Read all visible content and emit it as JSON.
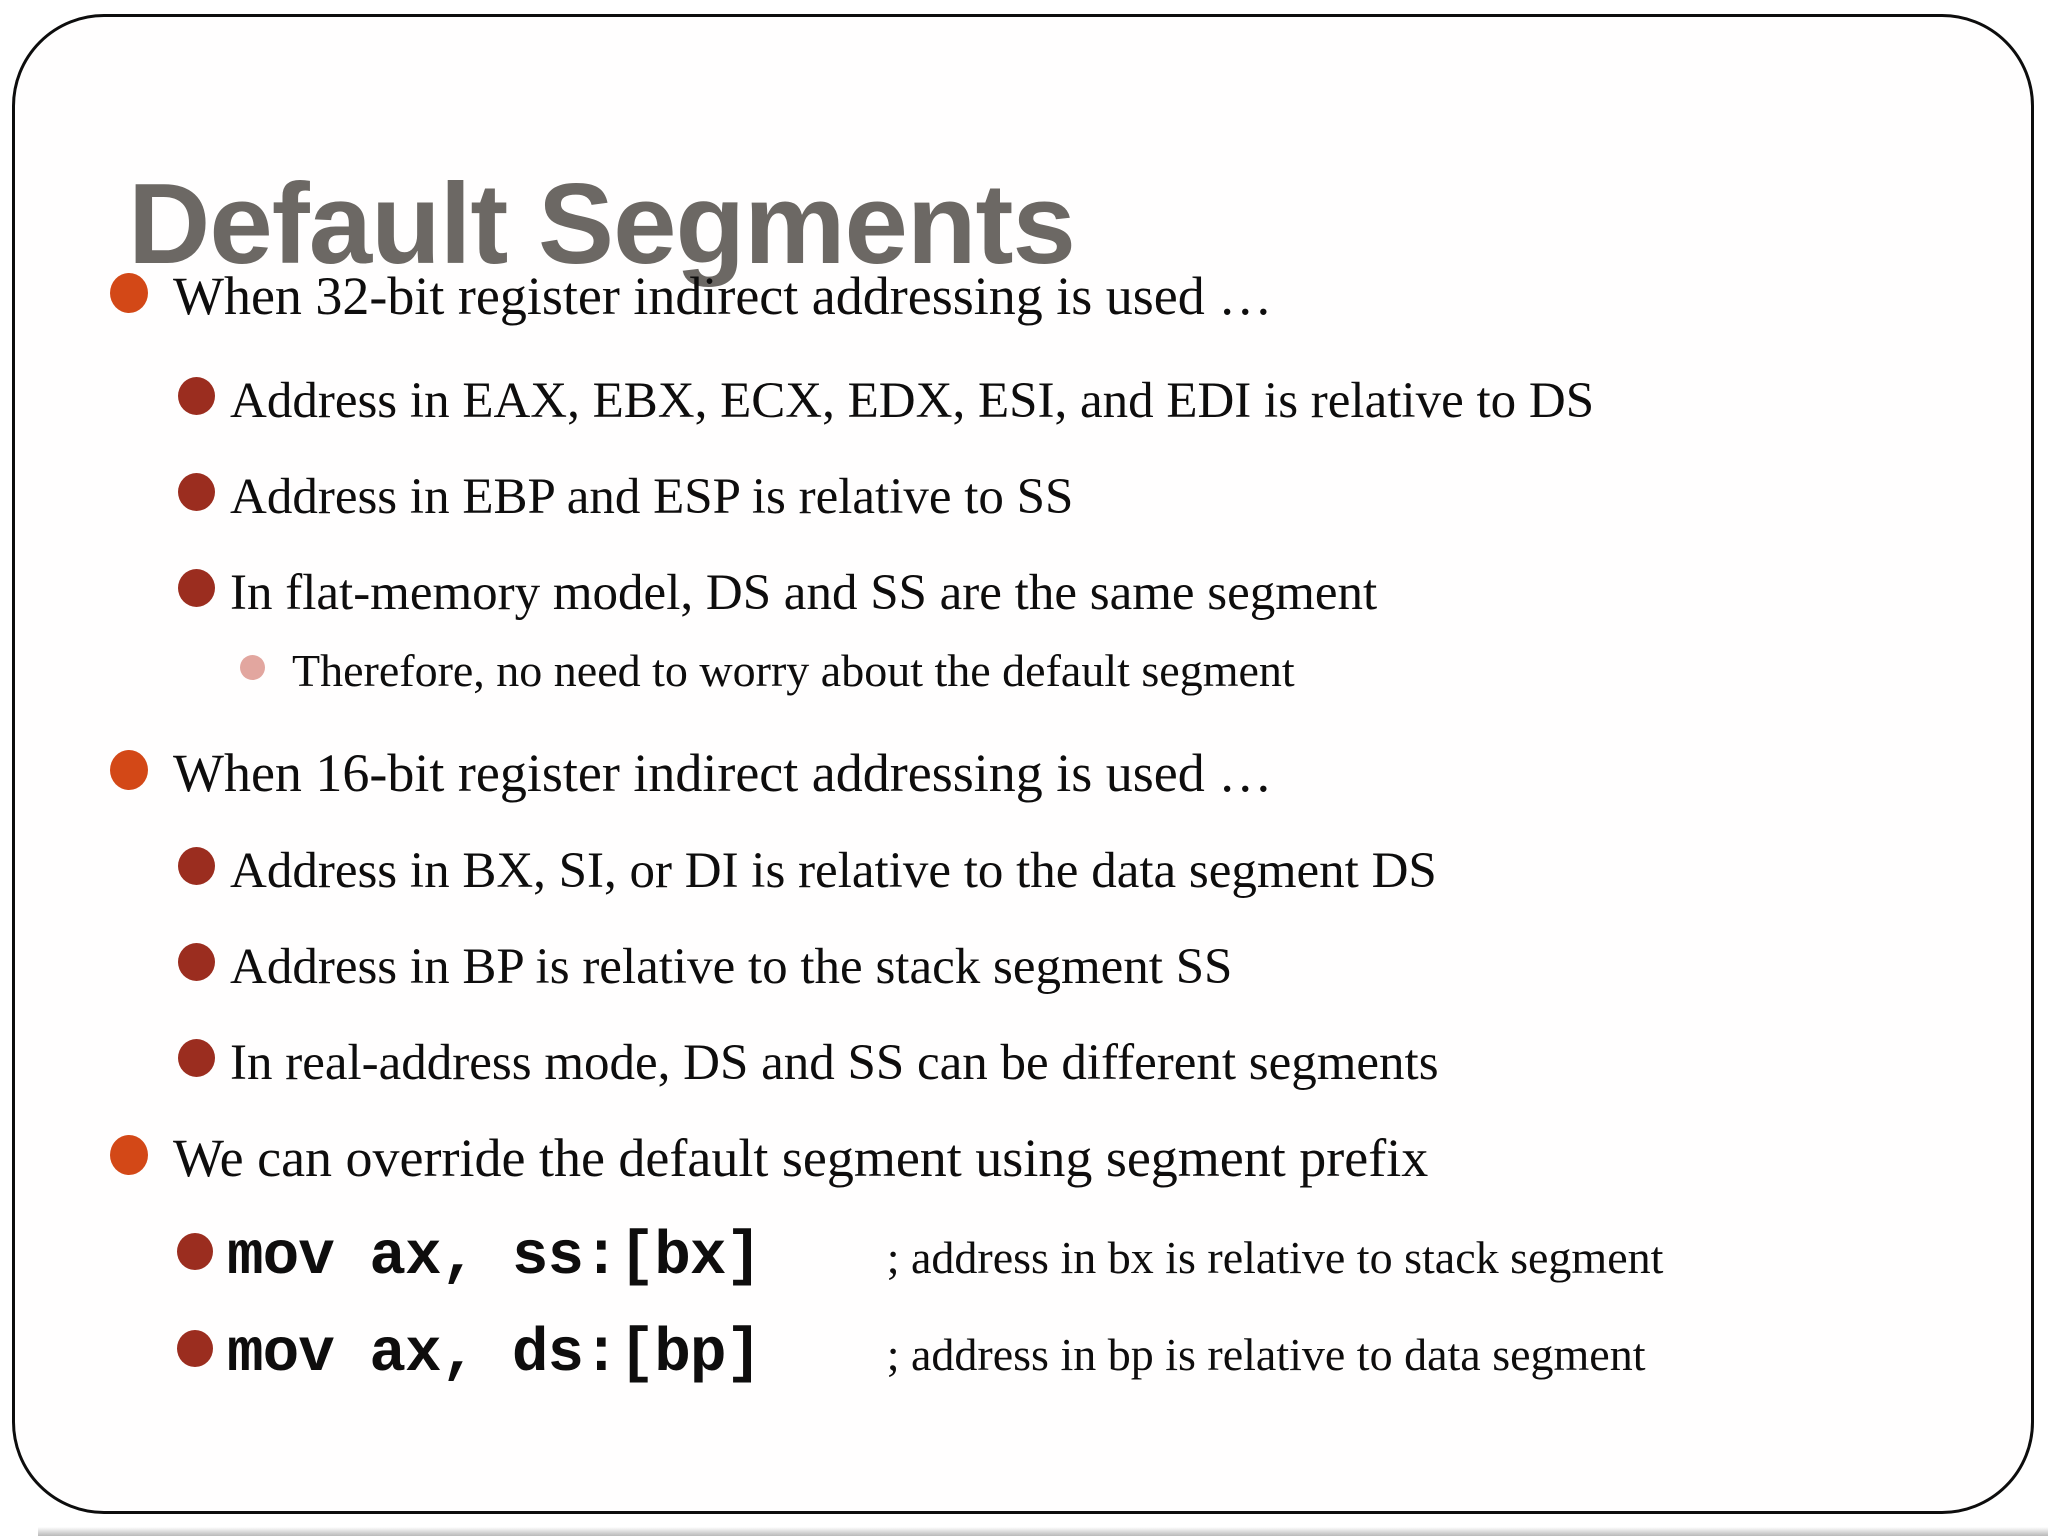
{
  "slide": {
    "title": "Default Segments",
    "bullets": [
      {
        "level": 1,
        "text": "When 32-bit register indirect addressing is used …"
      },
      {
        "level": 2,
        "text": "Address in EAX, EBX, ECX, EDX, ESI, and EDI is relative to DS"
      },
      {
        "level": 2,
        "text": "Address in EBP and ESP is relative to SS"
      },
      {
        "level": 2,
        "text": "In flat-memory model, DS and SS are the same segment"
      },
      {
        "level": 3,
        "text": "Therefore, no need to worry about the default segment"
      },
      {
        "level": 1,
        "text": "When 16-bit register indirect addressing is used …"
      },
      {
        "level": 2,
        "text": "Address in BX, SI, or DI is relative to the data segment DS"
      },
      {
        "level": 2,
        "text": "Address in BP is relative to the stack segment SS"
      },
      {
        "level": 2,
        "text": "In real-address mode, DS and SS can be different segments"
      },
      {
        "level": 1,
        "text": "We can override the default segment using segment prefix"
      },
      {
        "level": 2,
        "code": "mov ax, ss:[bx]",
        "comment": "; address in bx is relative to stack segment"
      },
      {
        "level": 2,
        "code": "mov ax, ds:[bp]",
        "comment": "; address in bp is relative to data segment"
      }
    ],
    "colors": {
      "title_text": "#6c6864",
      "body_text": "#0e0d0d",
      "bullet_level1": "#d34817",
      "bullet_level2": "#9b2d1f",
      "bullet_level3": "#e2a69f",
      "frame_border": "#0d0d0d",
      "background": "#ffffff"
    }
  }
}
